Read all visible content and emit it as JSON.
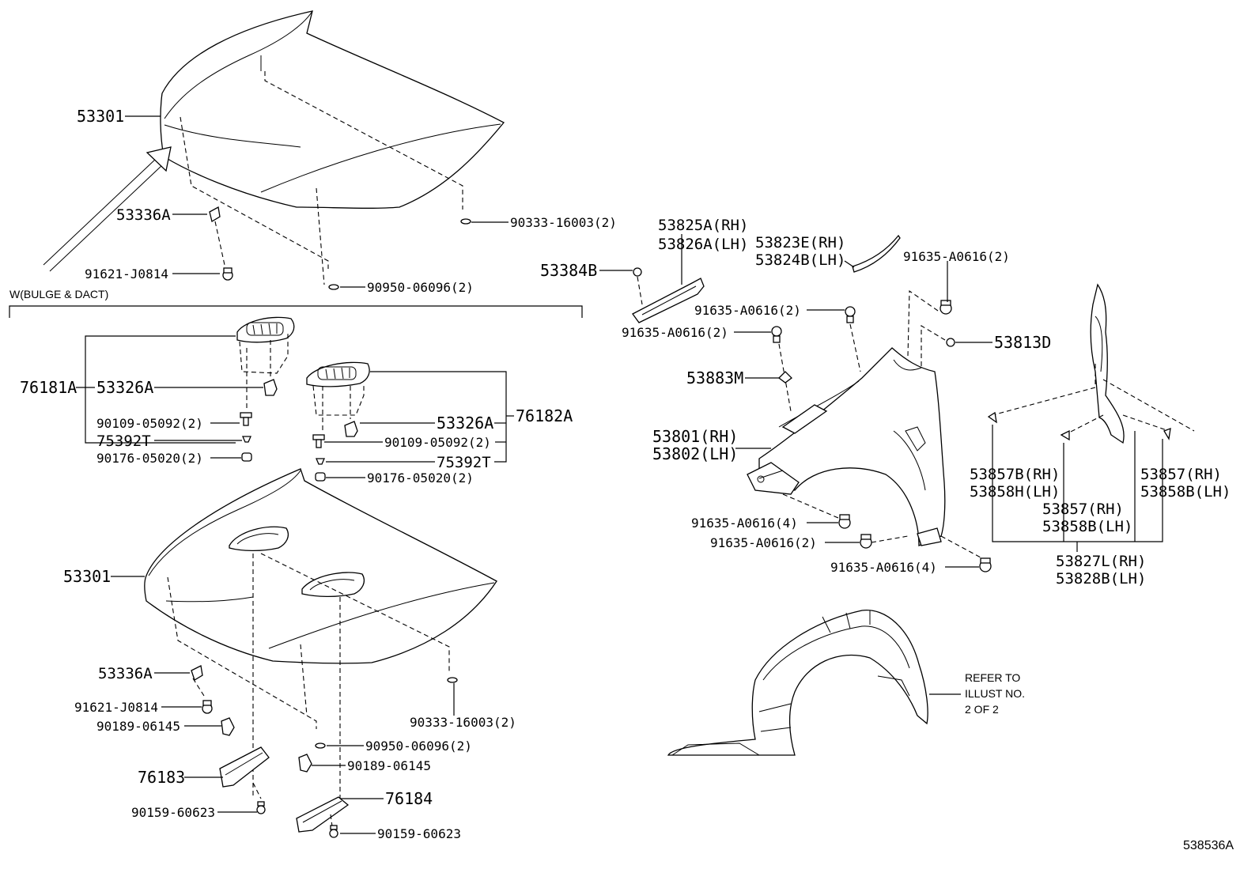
{
  "diagram_id": "538536A",
  "colors": {
    "ink": "#000000",
    "paper": "#ffffff"
  },
  "section_label": "W(BULGE & DACT)",
  "refer_note": [
    "REFER TO",
    "ILLUST NO.",
    "2 OF 2"
  ],
  "labels": {
    "hood_top": "53301",
    "hood_bottom": "53301",
    "l53336a_top": "53336A",
    "l91621_top": "91621-J0814",
    "l90333_top": "90333-16003(2)",
    "l90950_top": "90950-06096(2)",
    "l76181a": "76181A",
    "l53326a_left": "53326A",
    "l90109_left": "90109-05092(2)",
    "l75392t_left": "75392T",
    "l90176_left": "90176-05020(2)",
    "l53326a_right": "53326A",
    "l76182a": "76182A",
    "l90109_right": "90109-05092(2)",
    "l75392t_right": "75392T",
    "l90176_right": "90176-05020(2)",
    "l53336a_bot": "53336A",
    "l91621_bot": "91621-J0814",
    "l90189_left": "90189-06145",
    "l76183": "76183",
    "l90159_left": "90159-60623",
    "l90333_bot": "90333-16003(2)",
    "l90950_bot": "90950-06096(2)",
    "l90189_right": "90189-06145",
    "l76184": "76184",
    "l90159_right": "90159-60623",
    "l53825a": "53825A(RH)",
    "l53826a": "53826A(LH)",
    "l53823e": "53823E(RH)",
    "l53824b": "53824B(LH)",
    "l53384b": "53384B",
    "l91635_top_right": "91635-A0616(2)",
    "l91635_mid": "91635-A0616(2)",
    "l91635_left": "91635-A0616(2)",
    "l53813d": "53813D",
    "l53883m": "53883M",
    "l53801": "53801(RH)",
    "l53802": "53802(LH)",
    "l91635_4a": "91635-A0616(4)",
    "l91635_2b": "91635-A0616(2)",
    "l91635_4b": "91635-A0616(4)",
    "l53857b": "53857B(RH)",
    "l53858h": "53858H(LH)",
    "l53857_mid": "53857(RH)",
    "l53858b_mid": "53858B(LH)",
    "l53857_right": "53857(RH)",
    "l53858b_right": "53858B(LH)",
    "l53827l": "53827L(RH)",
    "l53828b": "53828B(LH)"
  }
}
